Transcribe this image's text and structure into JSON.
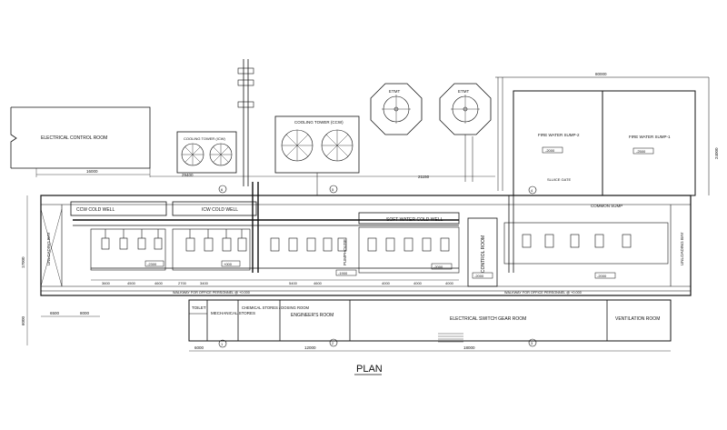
{
  "drawing": {
    "title": "PLAN"
  },
  "rooms": {
    "electrical_control_room": "ELECTRICAL CONTROL ROOM",
    "ccw_cold_well": "CCW COLD WELL",
    "icw_cold_well": "ICW COLD WELL",
    "soft_water_cold_well": "SOFT WATER COLD WELL",
    "pumphouse": "PUMPHOUSE",
    "control_room": "CONTROL ROOM",
    "fire_water_sump_2": "FIRE WATER SUMP-2",
    "fire_water_sump_1": "FIRE WATER SUMP-1",
    "common_sump": "COMMON SUMP",
    "toilet": "TOILET",
    "mechanical_stores": "MECHANICAL STORES",
    "chemical_stores": "CHEMICAL STORES / DOSING ROOM",
    "engineers_room": "ENGINEER'S ROOM",
    "electrical_switch_gear_room": "ELECTRICAL SWITCH GEAR ROOM",
    "ventilation_room": "VENTILATION ROOM",
    "unloading_bay_left": "UNLOADING BAY",
    "unloading_bay_right": "UNLOADING BAY"
  },
  "equipment": {
    "cooling_tower_icw": "COOLING TOWER (ICW)",
    "cooling_tower_ccw": "COOLING TOWER (CCW)",
    "etmt_1": "ETMT",
    "etmt_2": "ETMT",
    "sluice_gate": "SLUICE GATE",
    "walkway_left": "WALKWAY FOR OFFICE PERSONNEL @ +0.000",
    "walkway_right": "WALKWAY FOR OFFICE PERSONNEL @ +0.000"
  },
  "dimensions": {
    "top_overall": "80000",
    "ecr_width": "16000",
    "mid_a": "29400",
    "mid_b": "21150",
    "right_height": "24000",
    "left_height": "17000",
    "left_bottom": "6000",
    "bottom_a": "6000",
    "bottom_b": "12000",
    "bottom_c": "18000",
    "bottom_d": "6500",
    "bottom_e": "8000",
    "d1": "3600",
    "d2": "4500",
    "d3": "4600",
    "d4": "2700",
    "d5": "3400",
    "d6": "5400",
    "d7": "4600",
    "d8": "4000",
    "d9": "4000",
    "d10": "4000"
  },
  "levels": {
    "l1": "-2000",
    "l2": "-2500",
    "l3": "-2300",
    "l4": "+000",
    "l5": "-1900",
    "l6": "-2000",
    "l7": "-2000",
    "l8": "-2000"
  },
  "marks": {
    "m1": "1",
    "m2": "2",
    "m3": "3",
    "m4": "4",
    "m5": "5",
    "m6": "6"
  }
}
